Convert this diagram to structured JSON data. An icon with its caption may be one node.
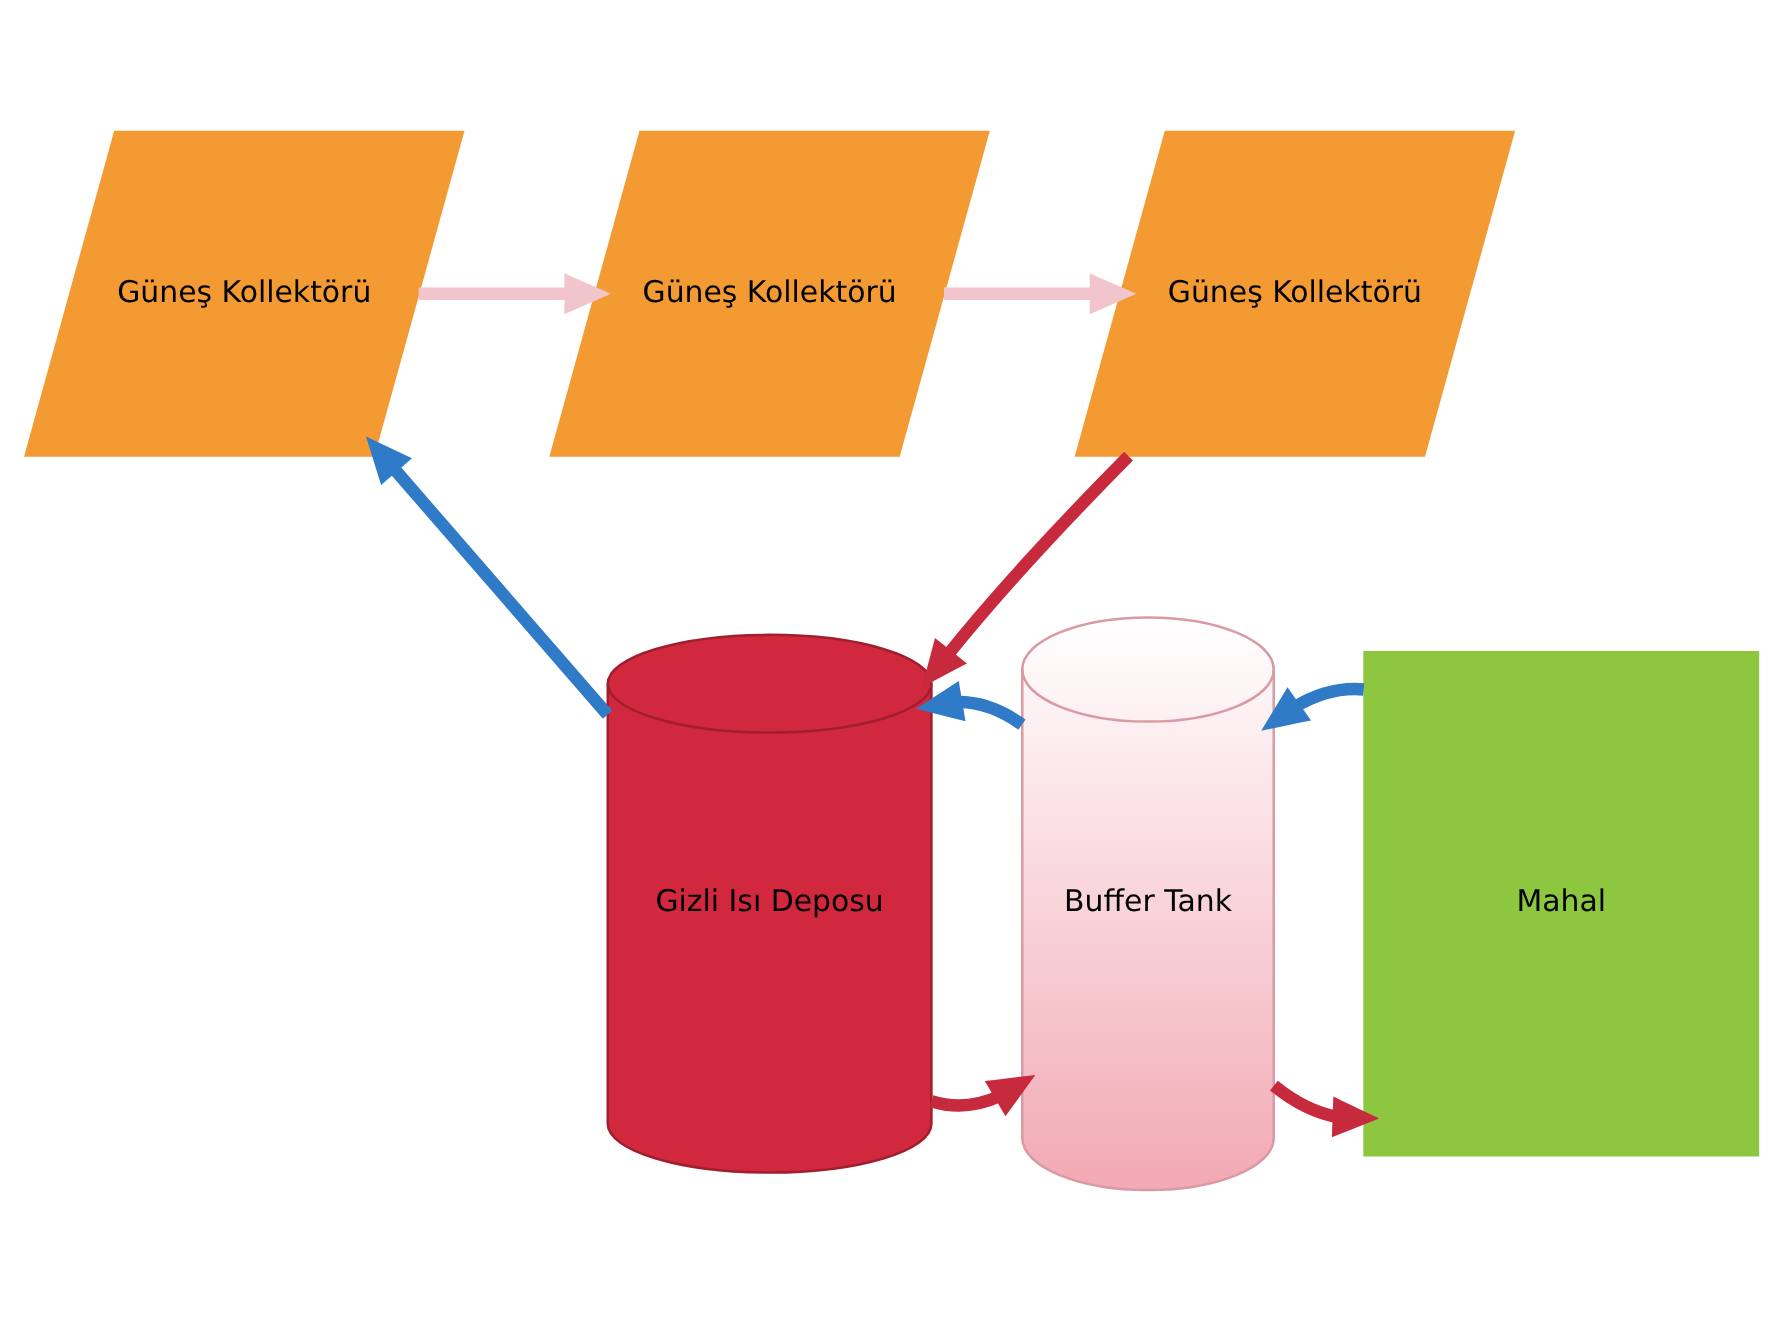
{
  "diagram": {
    "nodes": [
      {
        "text": [
          "Güneş Kollektörü"
        ]
      },
      {
        "text": [
          "Güneş Kollektörü"
        ]
      },
      {
        "text": [
          "Güneş Kollektörü"
        ]
      },
      {
        "text": [
          "Gizli Isı Deposu"
        ]
      },
      {
        "text": [
          "Buffer Tank"
        ]
      },
      {
        "text": [
          "Mahal"
        ]
      }
    ],
    "edges": [
      {
        "from": 0,
        "to": 1,
        "arrow": "to",
        "color": "#f2c4cc"
      },
      {
        "from": 1,
        "to": 2,
        "arrow": "to",
        "color": "#f2c4cc"
      },
      {
        "from": 2,
        "to": 3,
        "arrow": "to",
        "color": "#c62a3c"
      },
      {
        "from": 3,
        "to": 0,
        "arrow": "to",
        "color": "#2f7bc8"
      },
      {
        "from": 3,
        "to": 4,
        "arrow": "to",
        "color": "#c62a3c"
      },
      {
        "from": 4,
        "to": 3,
        "arrow": "to",
        "color": "#2f7bc8"
      },
      {
        "from": 4,
        "to": 5,
        "arrow": "to",
        "color": "#c62a3c"
      },
      {
        "from": 5,
        "to": 4,
        "arrow": "to",
        "color": "#2f7bc8"
      }
    ]
  }
}
